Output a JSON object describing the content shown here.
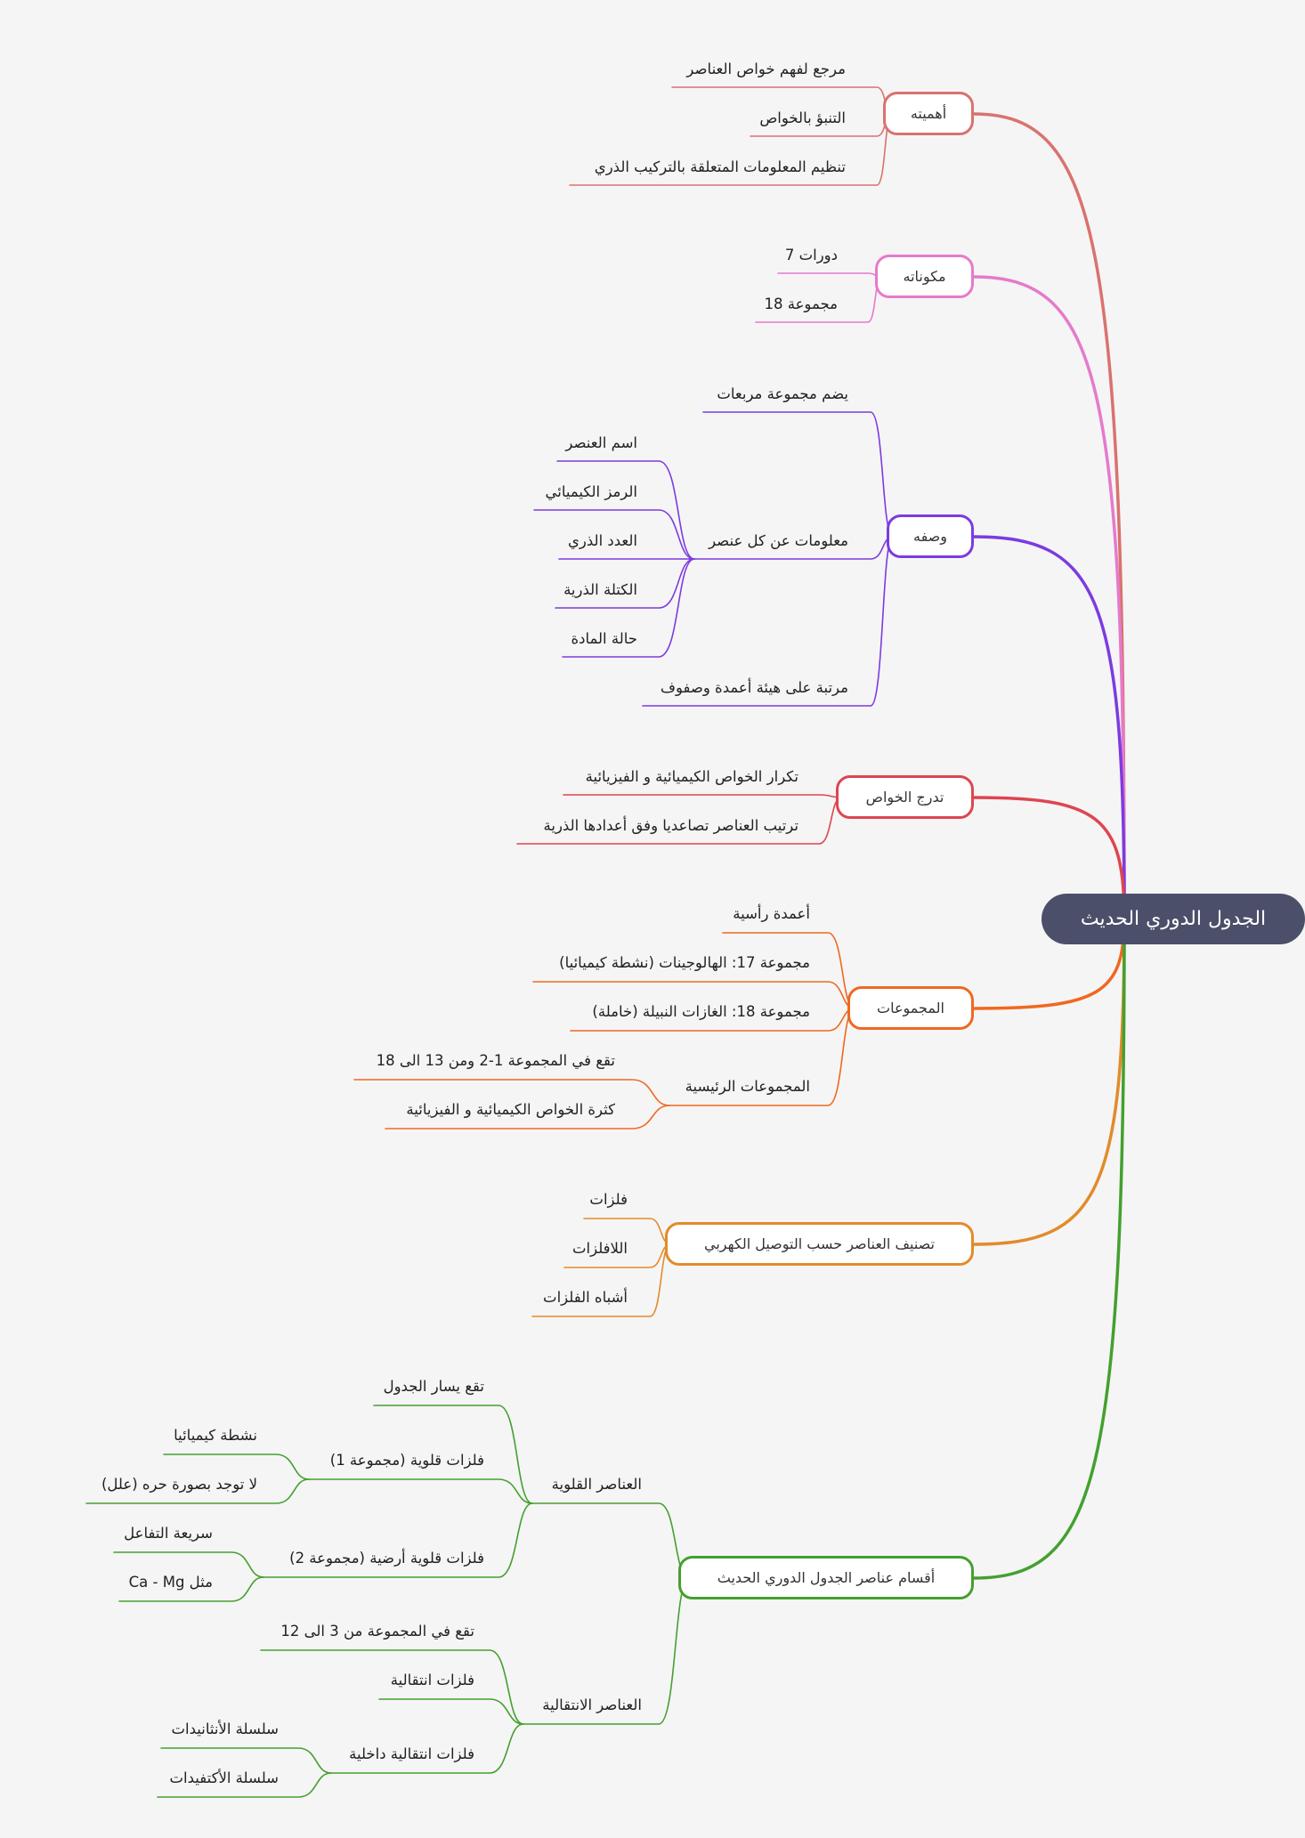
{
  "root": "الجدول الدوري الحديث",
  "colors": {
    "root": "#4b4f69",
    "importance": "#d9726e",
    "components": "#e57acb",
    "description": "#7c3be0",
    "gradation": "#de4550",
    "groups": "#f06820",
    "classification": "#e28b2a",
    "sections": "#44a02f"
  },
  "branches": {
    "importance": {
      "label": "أهميته",
      "children": [
        "مرجع لفهم خواص العناصر",
        "التنبؤ بالخواص",
        "تنظيم المعلومات المتعلقة بالتركيب الذري"
      ]
    },
    "components": {
      "label": "مكوناته",
      "children": [
        "دورات 7",
        "مجموعة 18"
      ]
    },
    "description": {
      "label": "وصفه",
      "children": [
        "يضم مجموعة مربعات",
        "معلومات عن كل عنصر",
        "مرتبة على هيئة أعمدة وصفوف"
      ],
      "info": [
        "اسم العنصر",
        "الرمز الكيميائي",
        "العدد الذري",
        "الكتلة الذرية",
        "حالة المادة"
      ]
    },
    "gradation": {
      "label": "تدرج الخواص",
      "children": [
        "تكرار الخواص الكيميائية و الفيزيائية",
        "ترتيب العناصر تصاعديا وفق أعدادها الذرية"
      ]
    },
    "groups": {
      "label": "المجموعات",
      "children": [
        "أعمدة رأسية",
        "مجموعة 17: الهالوجينات (نشطة كيميائيا)",
        "مجموعة 18: الغازات النبيلة (خاملة)",
        "المجموعات الرئيسية"
      ],
      "main": [
        "تقع في المجموعة 1-2 ومن 13 الى 18",
        "كثرة الخواص الكيميائية و الفيزيائية"
      ]
    },
    "classification": {
      "label": "تصنيف العناصر حسب التوصيل الكهربي",
      "children": [
        "فلزات",
        "اللافلزات",
        "أشباه الفلزات"
      ]
    },
    "sections": {
      "label": "أقسام عناصر الجدول الدوري الحديث",
      "alkaline": {
        "label": "العناصر القلوية",
        "children": [
          "تقع يسار الجدول",
          "فلزات قلوية (مجموعة 1)",
          "فلزات قلوية أرضية (مجموعة 2)"
        ],
        "group1": [
          "نشطة كيميائيا",
          "لا توجد بصورة حره (علل)"
        ],
        "group2": [
          "سريعة التفاعل",
          "مثل Ca - Mg"
        ]
      },
      "transition": {
        "label": "العناصر الانتقالية",
        "children": [
          "تقع في المجموعة من 3 الى 12",
          "فلزات انتقالية",
          "فلزات انتقالية داخلية"
        ],
        "inner": [
          "سلسلة الأنثانيدات",
          "سلسلة الأكتفيدات"
        ]
      }
    }
  }
}
